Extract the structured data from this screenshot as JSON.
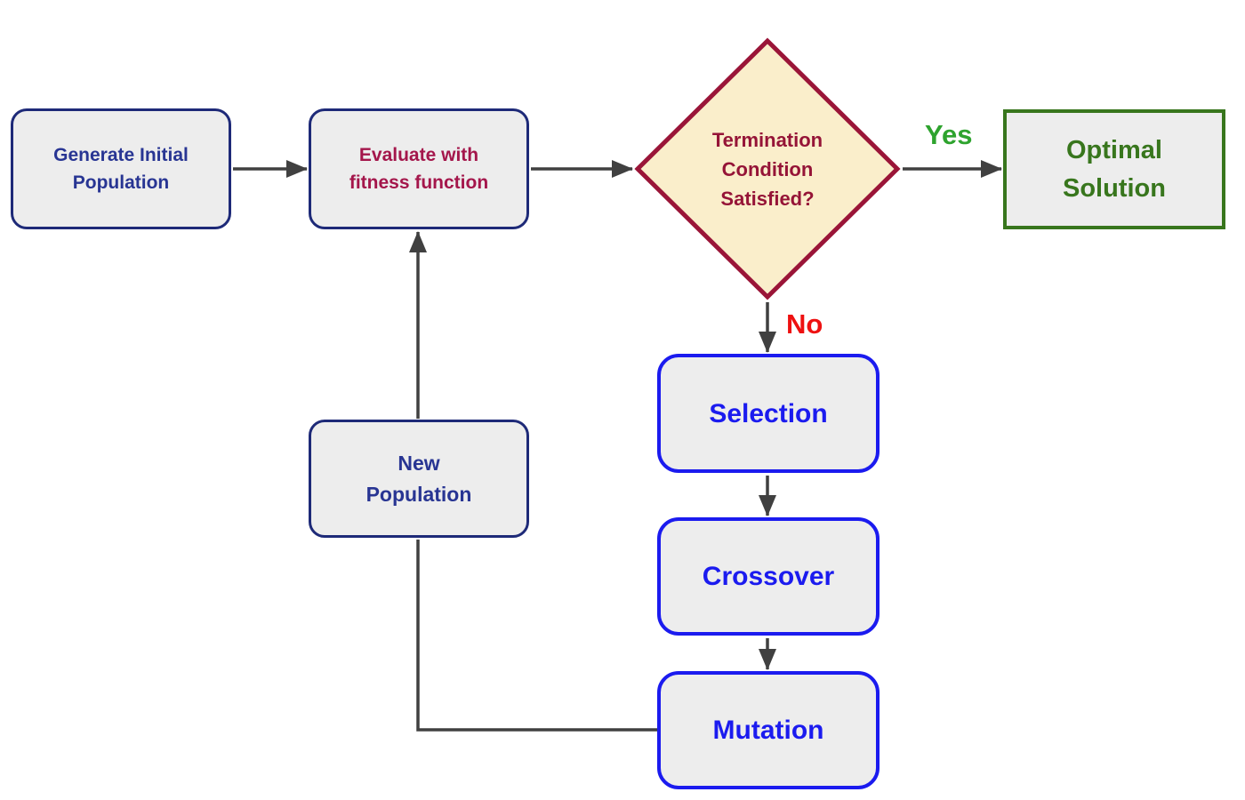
{
  "nodes": {
    "generate_initial_population": {
      "label": "Generate Initial\nPopulation"
    },
    "evaluate_fitness": {
      "label": "Evaluate with\nfitness function"
    },
    "termination_decision": {
      "label": "Termination\nCondition\nSatisfied?"
    },
    "optimal_solution": {
      "label": "Optimal\nSolution"
    },
    "selection": {
      "label": "Selection"
    },
    "crossover": {
      "label": "Crossover"
    },
    "mutation": {
      "label": "Mutation"
    },
    "new_population": {
      "label": "New\nPopulation"
    }
  },
  "edges": {
    "yes_label": "Yes",
    "no_label": "No"
  },
  "colors": {
    "node_fill": "#ededed",
    "navy_border": "#1e2a78",
    "navy_text": "#283593",
    "maroon_text": "#a4164b",
    "diamond_fill": "#faeecb",
    "diamond_border": "#9a1538",
    "diamond_text": "#951437",
    "blue": "#1b1bef",
    "green_dark": "#38761d",
    "green_label": "#2ea32e",
    "red_label": "#ee1111",
    "arrow": "#404040"
  }
}
